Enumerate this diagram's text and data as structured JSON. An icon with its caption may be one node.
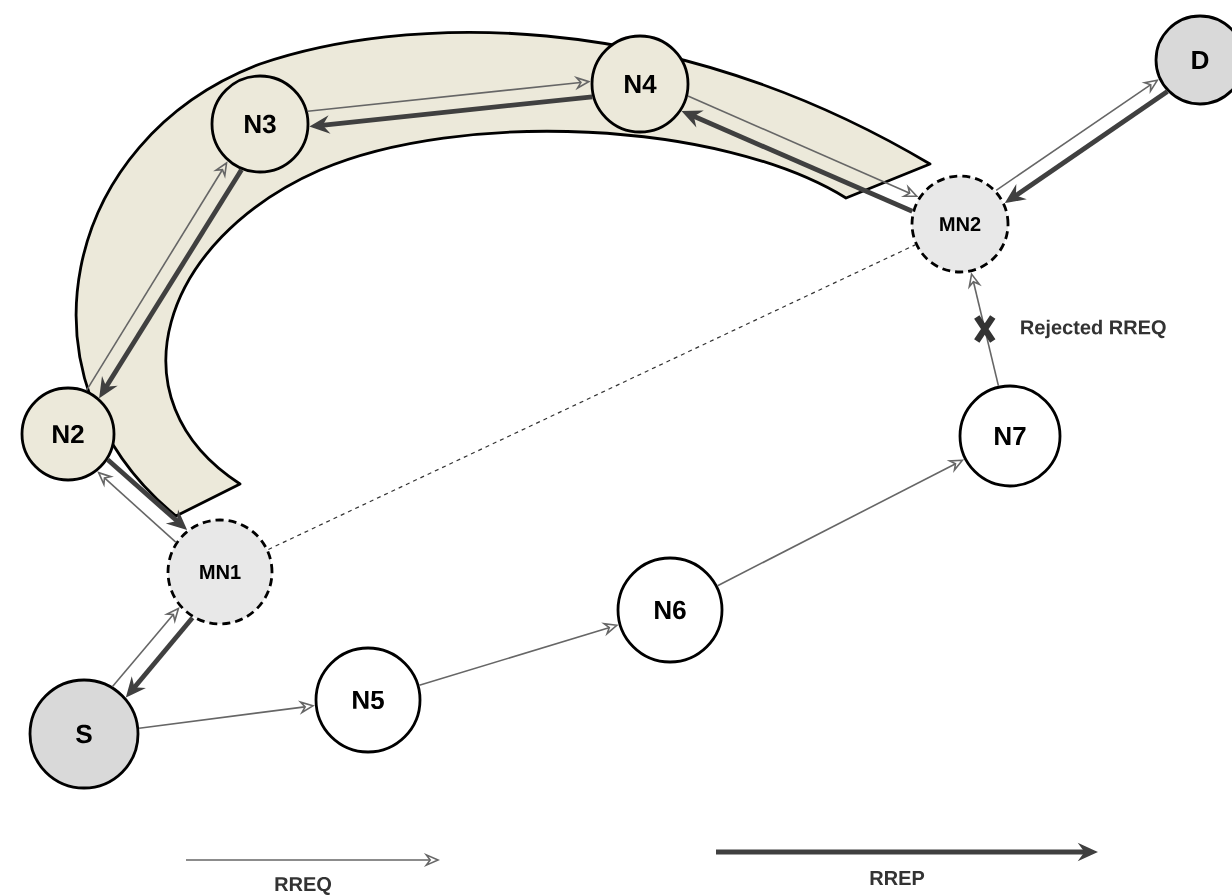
{
  "diagram": {
    "nodes": [
      {
        "text": [
          "S"
        ]
      },
      {
        "text": [
          "MN1"
        ]
      },
      {
        "text": [
          "N2"
        ]
      },
      {
        "text": [
          "N3"
        ]
      },
      {
        "text": [
          "N4"
        ]
      },
      {
        "text": [
          "MN2"
        ]
      },
      {
        "text": [
          "D"
        ]
      },
      {
        "text": [
          "N5"
        ]
      },
      {
        "text": [
          "N6"
        ]
      },
      {
        "text": [
          "N7"
        ]
      }
    ],
    "edges": [
      {
        "from": 0,
        "to": 1,
        "arrow": "to"
      },
      {
        "from": 1,
        "to": 2,
        "arrow": "to"
      },
      {
        "from": 2,
        "to": 3,
        "arrow": "to"
      },
      {
        "from": 3,
        "to": 4,
        "arrow": "to"
      },
      {
        "from": 4,
        "to": 5,
        "arrow": "to"
      },
      {
        "from": 5,
        "to": 6,
        "arrow": "to"
      },
      {
        "from": 6,
        "to": 5,
        "arrow": "to",
        "style": "thick"
      },
      {
        "from": 5,
        "to": 4,
        "arrow": "to",
        "style": "thick"
      },
      {
        "from": 4,
        "to": 3,
        "arrow": "to",
        "style": "thick"
      },
      {
        "from": 3,
        "to": 2,
        "arrow": "to",
        "style": "thick"
      },
      {
        "from": 2,
        "to": 1,
        "arrow": "to",
        "style": "thick"
      },
      {
        "from": 1,
        "to": 0,
        "arrow": "to",
        "style": "thick"
      },
      {
        "from": 0,
        "to": 7,
        "arrow": "to"
      },
      {
        "from": 7,
        "to": 8,
        "arrow": "to"
      },
      {
        "from": 8,
        "to": 9,
        "arrow": "to"
      },
      {
        "from": 9,
        "to": 5,
        "arrow": "to",
        "label": "Rejected RREQ"
      },
      {
        "from": 1,
        "to": 5,
        "arrow": "none",
        "style": "dashed"
      }
    ],
    "legend": [
      {
        "text": "RREQ"
      },
      {
        "text": "RREP"
      }
    ]
  }
}
